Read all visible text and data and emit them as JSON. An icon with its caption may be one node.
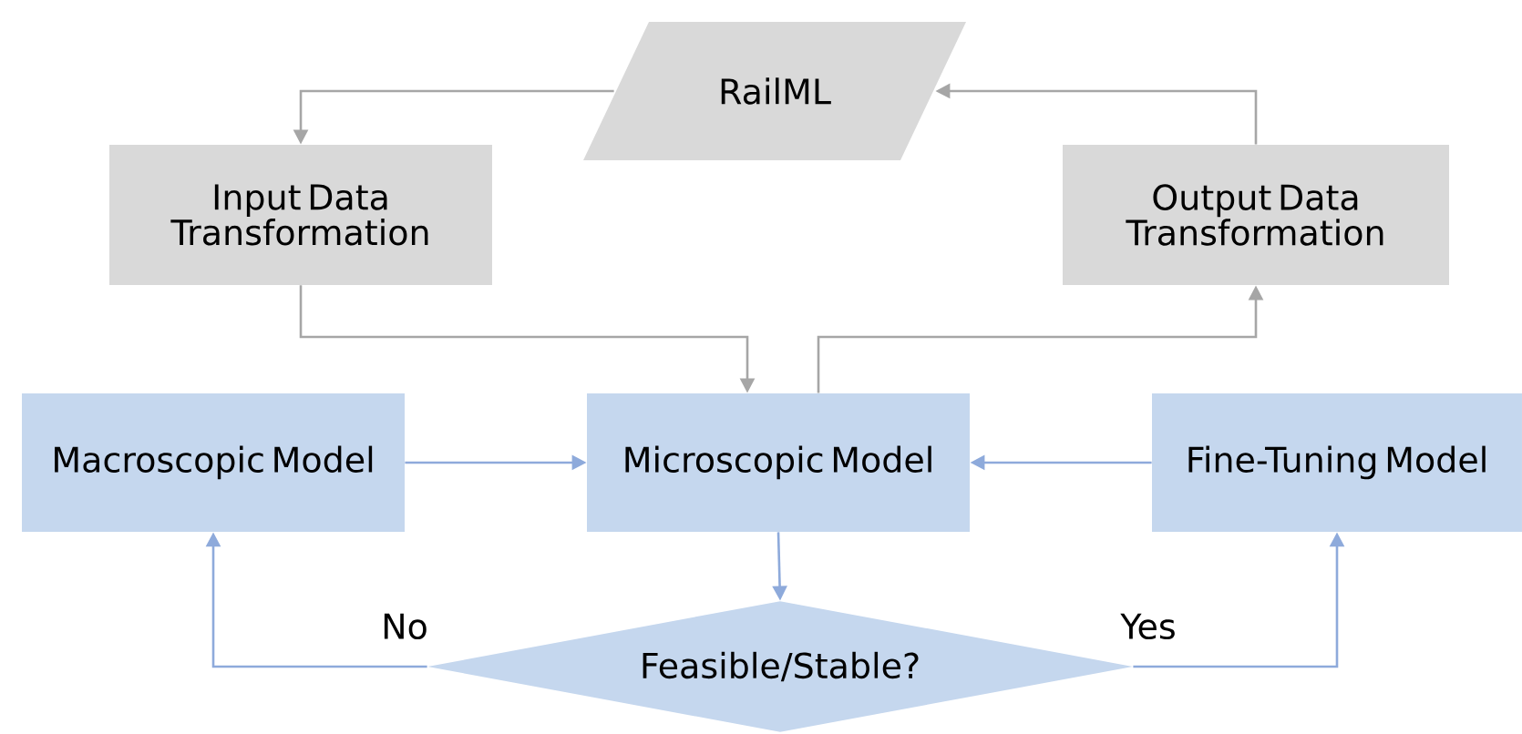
{
  "diagram": {
    "nodes": [
      {
        "text": [
          "RailML"
        ]
      },
      {
        "text": [
          "Input Data Transformation"
        ]
      },
      {
        "text": [
          "Output Data Transformation"
        ]
      },
      {
        "text": [
          "Macroscopic Model"
        ]
      },
      {
        "text": [
          "Microscopic Model"
        ]
      },
      {
        "text": [
          "Fine-Tuning Model"
        ]
      },
      {
        "text": [
          "Feasible/Stable?"
        ]
      }
    ],
    "edges": [
      {
        "from": 0,
        "to": 1,
        "arrow": "to",
        "color": "#a6a6a6"
      },
      {
        "from": 2,
        "to": 0,
        "arrow": "to",
        "color": "#a6a6a6"
      },
      {
        "from": 1,
        "to": 4,
        "arrow": "to",
        "color": "#a6a6a6"
      },
      {
        "from": 4,
        "to": 2,
        "arrow": "to",
        "color": "#a6a6a6"
      },
      {
        "from": 3,
        "to": 4,
        "arrow": "to"
      },
      {
        "from": 5,
        "to": 4,
        "arrow": "to"
      },
      {
        "from": 4,
        "to": 6,
        "arrow": "to"
      },
      {
        "from": 6,
        "to": 3,
        "arrow": "to",
        "label": "No"
      },
      {
        "from": 6,
        "to": 5,
        "arrow": "to",
        "label": "Yes"
      }
    ]
  }
}
